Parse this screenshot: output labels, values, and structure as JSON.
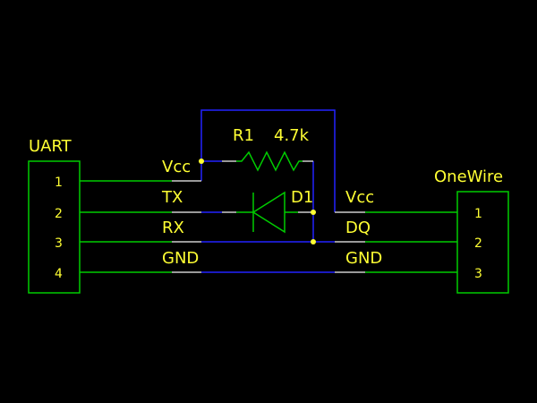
{
  "colors": {
    "background": "#000000",
    "wire_green": "#00cc00",
    "wire_blue": "#2222ff",
    "text": "#ffff33",
    "pin_stub": "#cccccc"
  },
  "uart": {
    "title": "UART",
    "pins": [
      "1",
      "2",
      "3",
      "4"
    ]
  },
  "onewire": {
    "title": "OneWire",
    "pins": [
      "1",
      "2",
      "3"
    ]
  },
  "nets_left": [
    "Vcc",
    "TX",
    "RX",
    "GND"
  ],
  "nets_right": [
    "Vcc",
    "DQ",
    "GND"
  ],
  "resistor": {
    "ref": "R1",
    "value": "4.7k"
  },
  "diode": {
    "ref": "D1"
  }
}
